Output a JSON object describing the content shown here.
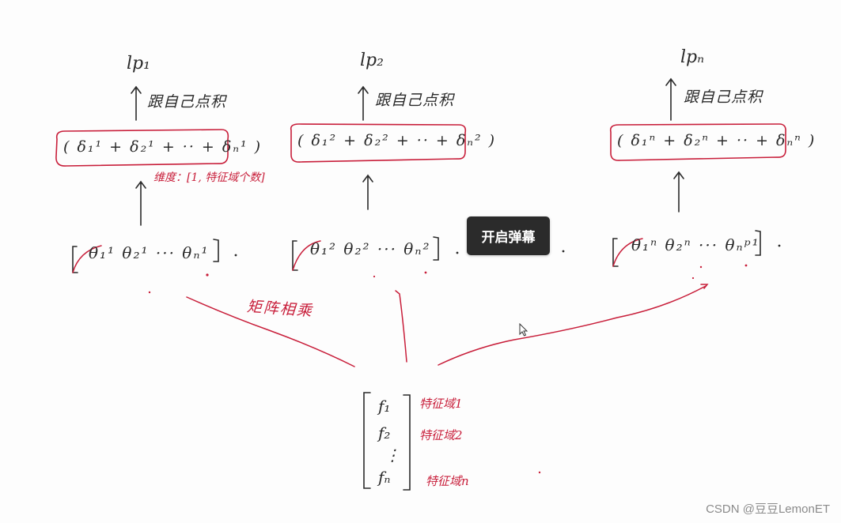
{
  "player": {
    "danmaku_button_label": "开启弹幕",
    "watermark": "CSDN @豆豆LemonET"
  },
  "whiteboard": {
    "columns": [
      {
        "output_label": "lp₁",
        "dot_product_note": "跟自己点积",
        "sum_expression": "( δ₁¹ + δ₂¹ + ·· + δₙ¹ )",
        "dimension_note": "维度：[1, 特征域个数]",
        "theta_vector": "θ₁¹  θ₂¹ ··· θₙ¹"
      },
      {
        "output_label": "lp₂",
        "dot_product_note": "跟自己点积",
        "sum_expression": "( δ₁² + δ₂² + ·· + δₙ² )",
        "theta_vector": "θ₁²  θ₂² ··· θₙ²"
      },
      {
        "output_label": "lpₙ",
        "dot_product_note": "跟自己点积",
        "sum_expression": "( δ₁ⁿ + δ₂ⁿ + ·· + δₙⁿ )",
        "theta_vector": "θ₁ⁿ  θ₂ⁿ ··· θₙᵖ¹"
      }
    ],
    "matrix_multiply_label": "矩阵相乘",
    "feature_vector": {
      "items": [
        "f₁",
        "f₂",
        "⋮",
        "fₙ"
      ],
      "labels": [
        "特征域1",
        "特征域2",
        "特征域n"
      ]
    }
  },
  "colors": {
    "ink": "#2a2a2a",
    "red_ink": "#c81e3a",
    "button_bg": "#2b2b2b",
    "watermark": "#8a8a8a"
  }
}
